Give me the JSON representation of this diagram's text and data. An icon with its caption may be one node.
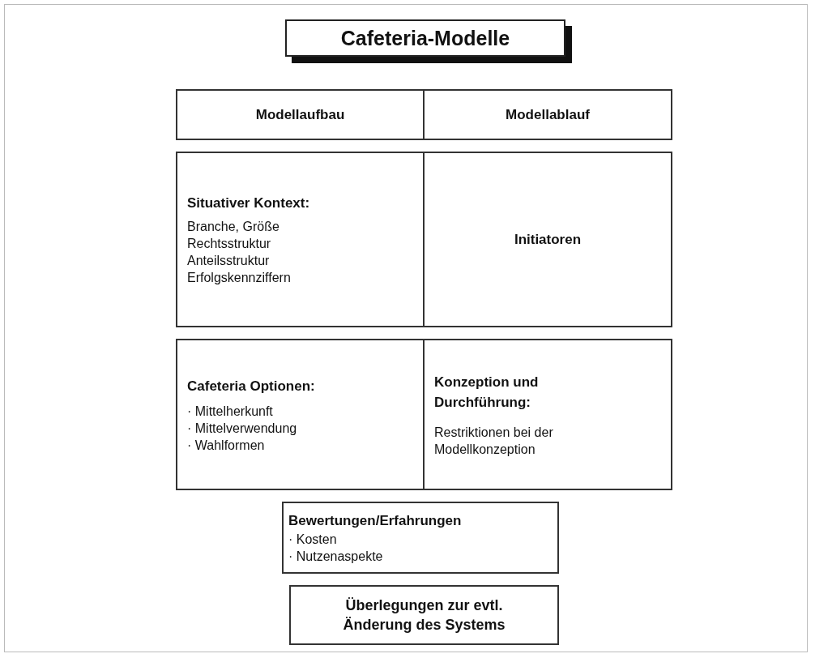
{
  "diagram": {
    "title": "Cafeteria-Modelle",
    "nodes": [
      {
        "text": [
          "Modellaufbau"
        ]
      },
      {
        "text": [
          "Modellablauf"
        ]
      },
      {
        "text": [
          "Situativer Kontext:",
          "Branche, Größe",
          "Rechtsstruktur",
          "Anteilsstruktur",
          "Erfolgskennziffern"
        ]
      },
      {
        "text": [
          "Initiatoren"
        ]
      },
      {
        "text": [
          "Cafeteria Optionen:",
          "· Mittelherkunft",
          "· Mittelverwendung",
          "· Wahlformen"
        ]
      },
      {
        "text": [
          "Konzeption und Durchführung:",
          "Restriktionen bei der Modellkonzeption"
        ]
      },
      {
        "text": [
          "Bewertungen/Erfahrungen",
          "· Kosten",
          "· Nutzenaspekte"
        ]
      },
      {
        "text": [
          "Überlegungen zur evtl. Änderung des Systems"
        ]
      }
    ],
    "edges": []
  }
}
